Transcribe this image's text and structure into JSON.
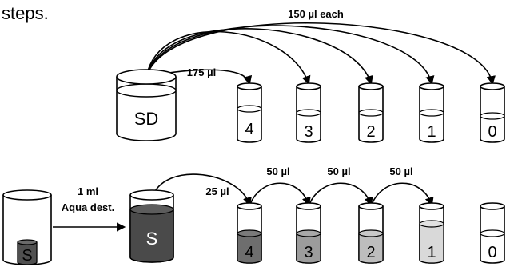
{
  "caption_fragment": "steps.",
  "top_row": {
    "each_label": "150 µl each",
    "first_transfer_label": "175 µl",
    "stock_label": "SD",
    "tubes": [
      {
        "label": "4"
      },
      {
        "label": "3"
      },
      {
        "label": "2"
      },
      {
        "label": "1"
      },
      {
        "label": "0"
      }
    ]
  },
  "bottom_row": {
    "water_label_line1": "1 ml",
    "water_label_line2": "Aqua dest.",
    "small_vial_label": "S",
    "stock_label": "S",
    "first_transfer_label": "25 µl",
    "serial_labels": [
      "50 µl",
      "50 µl",
      "50 µl"
    ],
    "tubes": [
      {
        "label": "4",
        "fill": "#6e6e6e"
      },
      {
        "label": "3",
        "fill": "#9c9c9c"
      },
      {
        "label": "2",
        "fill": "#bdbdbd"
      },
      {
        "label": "1",
        "fill": "#d9d9d9"
      },
      {
        "label": "0",
        "fill": "#ffffff"
      }
    ]
  },
  "colors": {
    "stroke": "#000000",
    "stock_dark": "#4a4a4a",
    "small_vial": "#505050"
  }
}
